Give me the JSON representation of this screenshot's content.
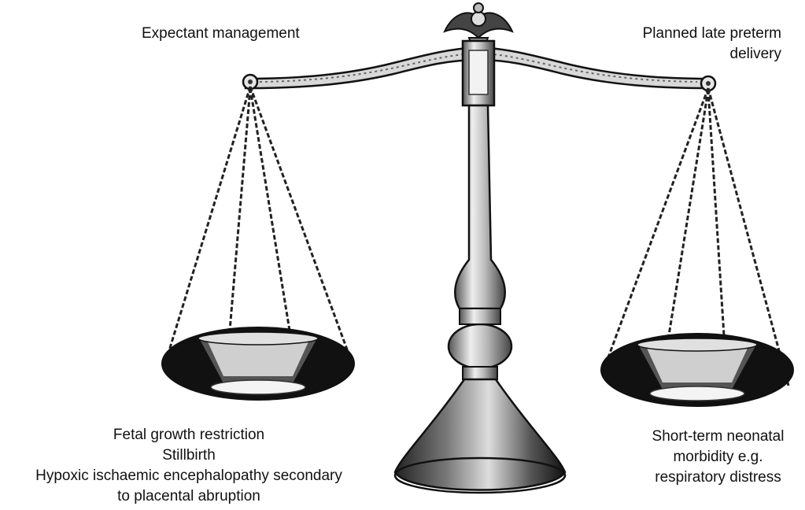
{
  "left_side": {
    "heading": "Expectant management",
    "risks": [
      "Fetal growth restriction",
      "Stillbirth",
      "Hypoxic ischaemic encephalopathy secondary",
      "to placental abruption"
    ]
  },
  "right_side": {
    "heading_line1": "Planned late preterm",
    "heading_line2": "delivery",
    "risks": [
      "Short-term neonatal",
      "morbidity e.g.",
      "respiratory distress"
    ]
  }
}
